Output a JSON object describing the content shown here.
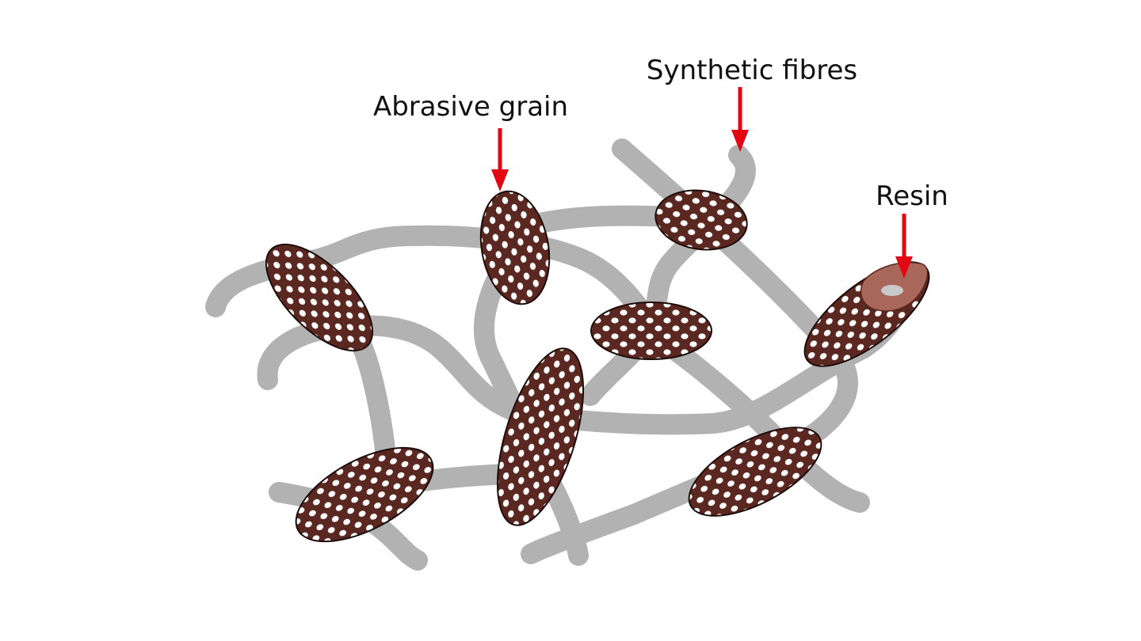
{
  "labels": {
    "synthetic_fibres": "Synthetic fibres",
    "abrasive_grain": "Abrasive grain",
    "resin": "Resin"
  },
  "colors": {
    "background": "#ffffff",
    "fibre": "#b2b2b2",
    "grain_cluster": "#5a2820",
    "grain_dot": "#ffffff",
    "resin": "#a8675a",
    "resin_core": "#c9c9c9",
    "arrow": "#e30613",
    "text": "#111111"
  }
}
